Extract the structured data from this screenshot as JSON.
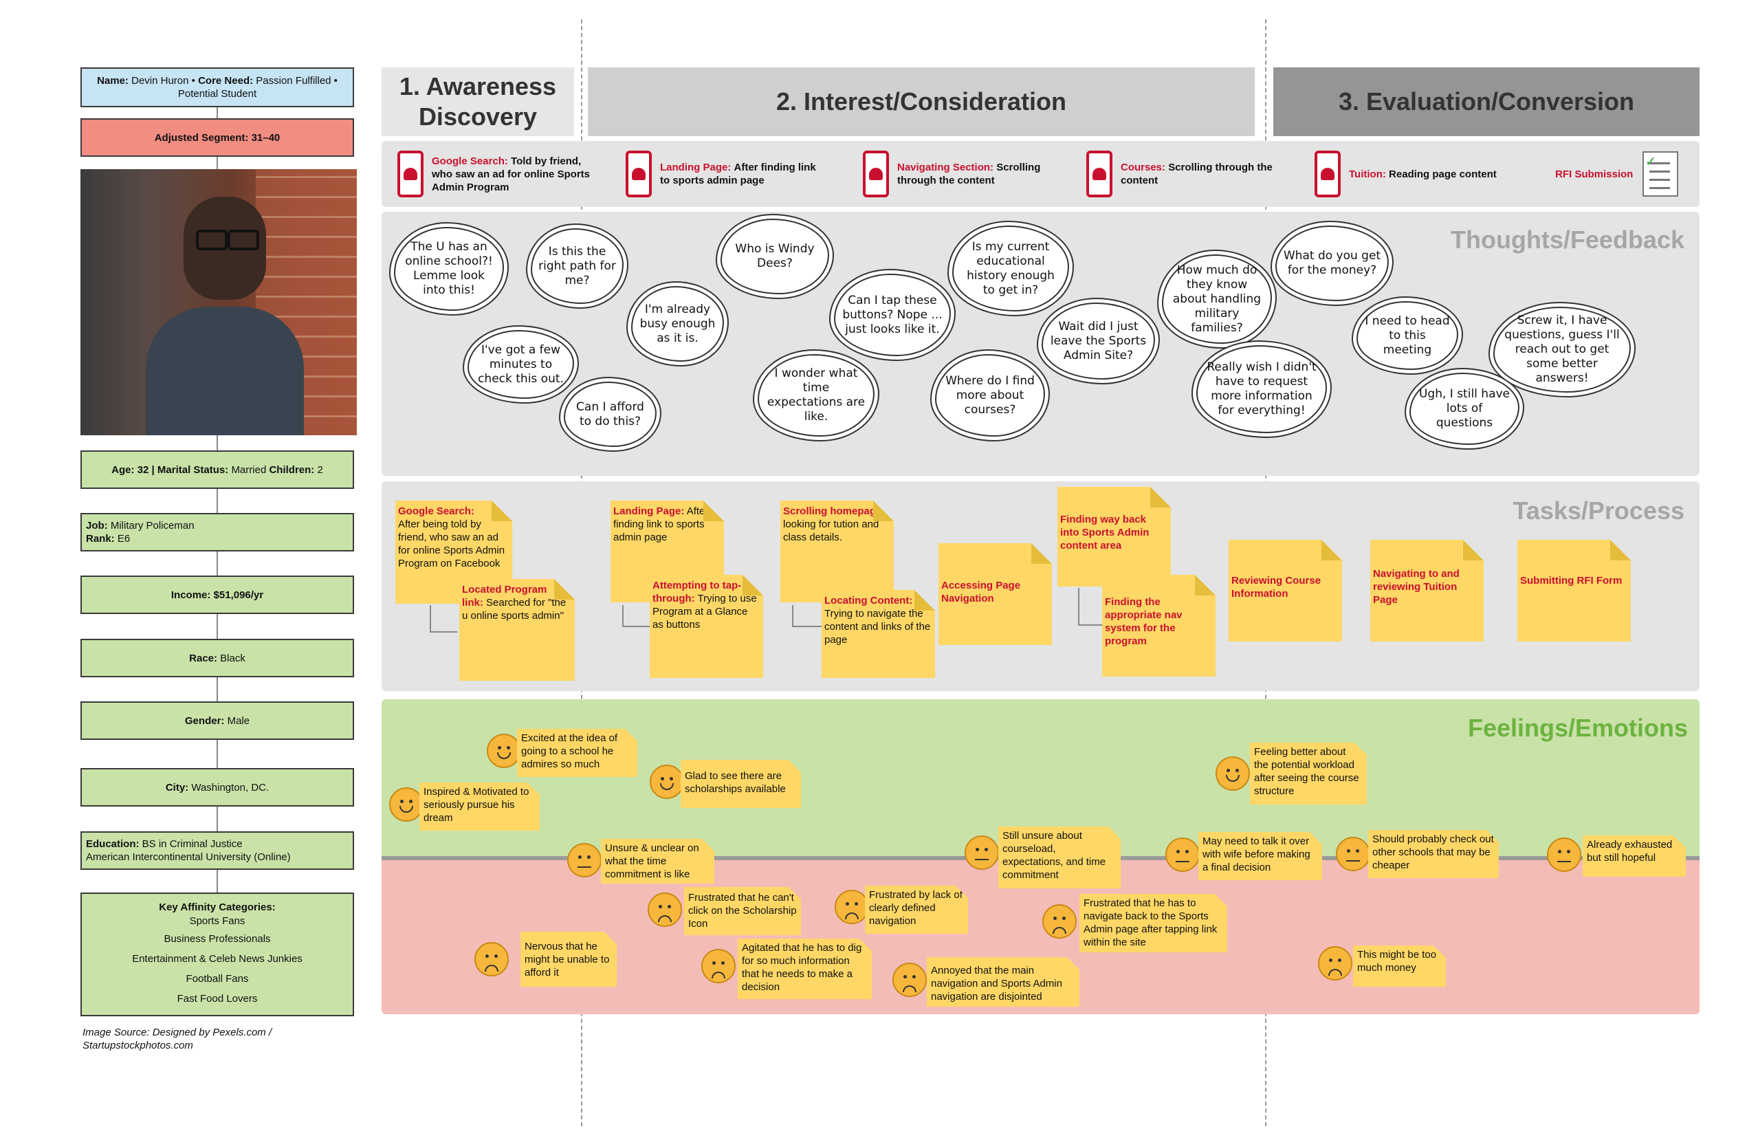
{
  "persona": {
    "name_label": "Name:",
    "name_value": "Devin Huron",
    "core_label": "Core Need:",
    "core_value": "Passion Fulfilled • Potential Student",
    "segment": "Adjusted Segment: 31–40",
    "age_label": "Age:",
    "age_value": "32",
    "marital_label": "Marital Status:",
    "marital_value": "Married",
    "children_label": "Children:",
    "children_value": "2",
    "job_label": "Job:",
    "job_value": "Military Policeman",
    "rank_label": "Rank:",
    "rank_value": "E6",
    "income_label": "Income:",
    "income_value": "$51,096/yr",
    "race_label": "Race:",
    "race_value": "Black",
    "gender_label": "Gender:",
    "gender_value": "Male",
    "city_label": "City:",
    "city_value": "Washington, DC.",
    "education_label": "Education:",
    "education_value": "BS in Criminal Justice",
    "education_school": "American Intercontinental University (Online)",
    "affinity_title": "Key Affinity Categories:",
    "affinity": [
      "Sports Fans",
      "Business Professionals",
      "Entertainment & Celeb News Junkies",
      "Football Fans",
      "Fast Food Lovers"
    ],
    "image_source": "Image Source: Designed by Pexels.com / Startupstockphotos.com"
  },
  "stages": [
    "1. Awareness Discovery",
    "2. Interest/Consideration",
    "3. Evaluation/Conversion"
  ],
  "touchpoints": [
    {
      "title": "Google Search:",
      "text": "Told by friend, who saw an ad for online Sports Admin Program"
    },
    {
      "title": "Landing Page:",
      "text": "After finding link to sports admin page"
    },
    {
      "title": "Navigating Section:",
      "text": "Scrolling through the content"
    },
    {
      "title": "Courses:",
      "text": "Scrolling through the content"
    },
    {
      "title": "Tuition:",
      "text": "Reading page content"
    },
    {
      "title": "RFI Submission",
      "text": ""
    }
  ],
  "band_titles": {
    "thoughts": "Thoughts/Feedback",
    "tasks": "Tasks/Process",
    "feelings": "Feelings/Emotions"
  },
  "thoughts": [
    "The U has an online school?! Lemme look into this!",
    "I've got a few minutes to check this out.",
    "Is this the right path for me?",
    "Can I afford to do this?",
    "I'm already busy enough as it is.",
    "Who is Windy Dees?",
    "I wonder what time expectations are like.",
    "Can I tap these buttons? Nope ... just looks like it.",
    "Is my current educational history enough to get in?",
    "Where do I find more about courses?",
    "Wait did I just leave the Sports Admin Site?",
    "How much do they know about handling military families?",
    "Really wish I didn't have to request more information for everything!",
    "What do you get for the money?",
    "I need to head to this meeting",
    "Ugh, I still have lots of questions",
    "Screw it, I have questions, guess I'll reach out to get some better answers!"
  ],
  "tasks": [
    {
      "title": "Google Search:",
      "text": "After being told by friend, who saw an ad for online Sports Admin Program on Facebook"
    },
    {
      "title": "Located Program link:",
      "text": "Searched for \"the u online sports admin\""
    },
    {
      "title": "Landing Page:",
      "text": "After finding link to sports admin page"
    },
    {
      "title": "Attempting to tap-through:",
      "text": "Trying to use Program at a Glance as buttons"
    },
    {
      "title": "Scrolling homepage:",
      "text": "looking for tution and class details."
    },
    {
      "title": "Locating Content:",
      "text": "Trying to navigate the content and links of the page"
    },
    {
      "title": "Accessing Page Navigation",
      "text": ""
    },
    {
      "title": "Finding way back into Sports Admin content area",
      "text": ""
    },
    {
      "title": "Finding the appropriate nav system for the program",
      "text": ""
    },
    {
      "title": "Reviewing Course Information",
      "text": ""
    },
    {
      "title": "Navigating to and reviewing Tuition Page",
      "text": ""
    },
    {
      "title": "Submitting RFI Form",
      "text": ""
    }
  ],
  "emotions": [
    "Excited at the idea of going to a school he admires so much",
    "Inspired & Motivated to seriously pursue his dream",
    "Glad to see there are scholarships available",
    "Unsure & unclear on what the time commitment is like",
    "Frustrated that he can't click on the Scholarship Icon",
    "Frustrated by lack of clearly defined navigation",
    "Nervous that he might be unable to afford it",
    "Agitated that he has to dig for so much information that he needs to make a decision",
    "Annoyed that the main navigation and Sports Admin navigation are disjointed",
    "Still unsure about courseload, expectations, and time commitment",
    "Frustrated that he has to navigate back to the Sports Admin page after tapping link within the site",
    "May need to talk it over with wife before making a final decision",
    "Feeling better about the potential workload after seeing the course structure",
    "Should probably check out other schools that may be cheaper",
    "This might be too much money",
    "Already exhausted but still hopeful"
  ],
  "colors": {
    "accent_red": "#c8102e",
    "sticky": "#fed766",
    "positive_band": "#c9e2a8",
    "negative_band": "#f4bcb6",
    "neutral_band": "#e3e4e3"
  }
}
